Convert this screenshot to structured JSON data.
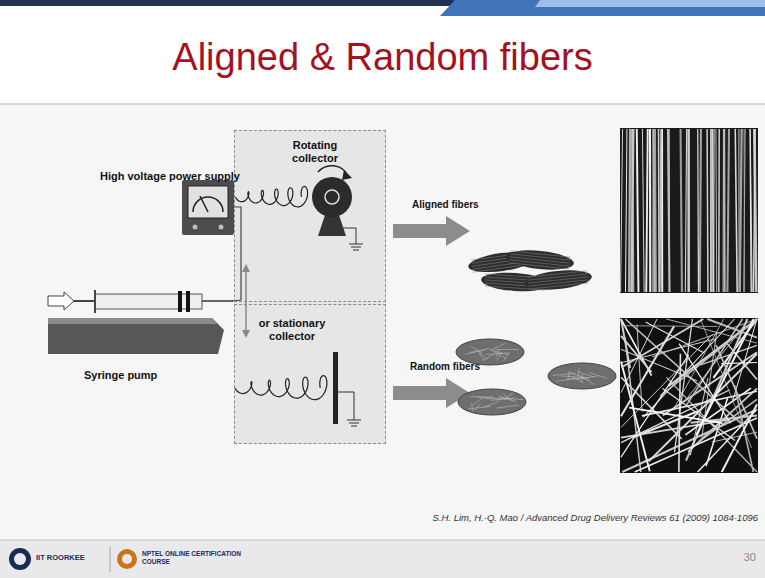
{
  "diagram": {
    "title": "Aligned & Random fibers",
    "nodes": [
      {
        "text": [
          "Rotating collector"
        ]
      },
      {
        "text": [
          "or stationary collector"
        ]
      }
    ],
    "labels": [
      "High voltage power supply",
      "Syringe pump",
      "Aligned fibers",
      "Random fibers",
      "S.H. Lim, H.-Q. Mao / Advanced Drug Delivery Reviews 61 (2009) 1084-1096",
      "IIT ROORKEE",
      "NPTEL ONLINE CERTIFICATION COURSE",
      "30"
    ]
  }
}
